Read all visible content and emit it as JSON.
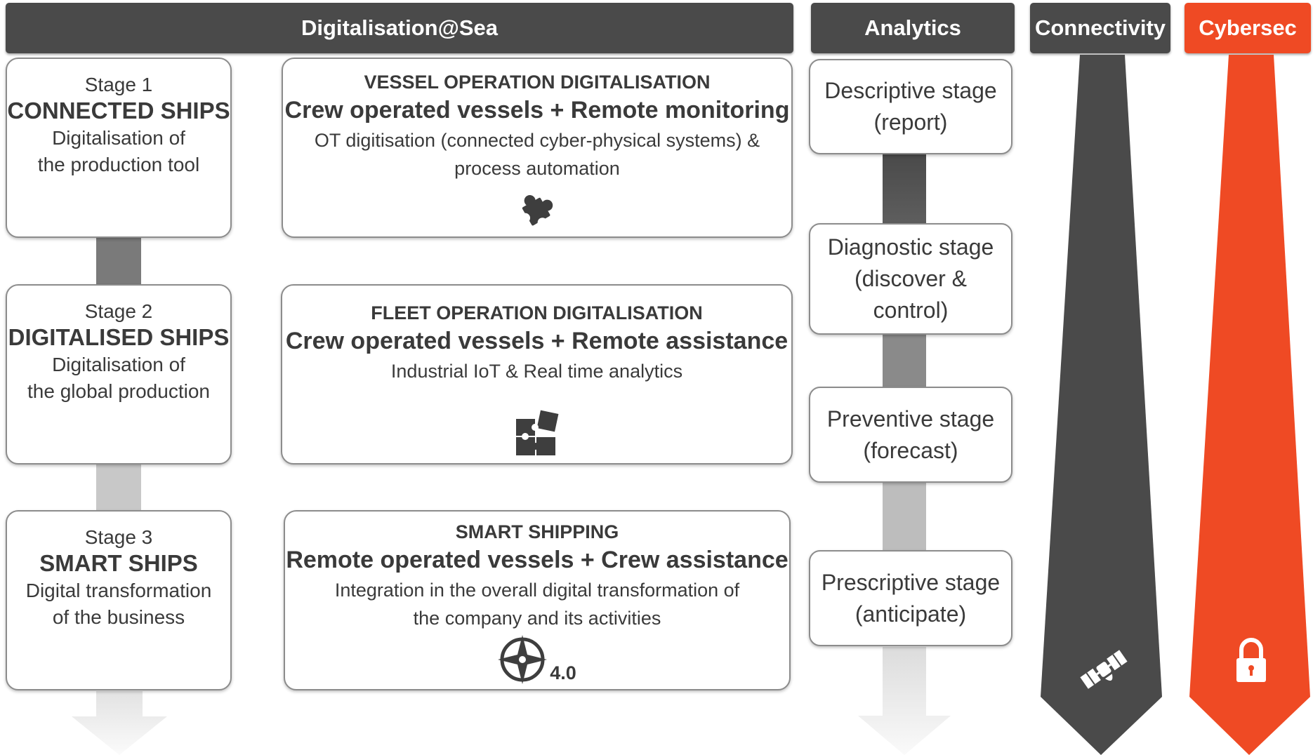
{
  "headers": {
    "main": "Digitalisation@Sea",
    "analytics": "Analytics",
    "connectivity": "Connectivity",
    "cybersec": "Cybersec"
  },
  "stages": [
    {
      "number": "Stage 1",
      "title": "CONNECTED SHIPS",
      "desc1": "Digitalisation of",
      "desc2": "the production tool"
    },
    {
      "number": "Stage 2",
      "title": "DIGITALISED SHIPS",
      "desc1": "Digitalisation of",
      "desc2": "the global production"
    },
    {
      "number": "Stage 3",
      "title": "SMART SHIPS",
      "desc1": "Digital transformation",
      "desc2": "of the business"
    }
  ],
  "operations": [
    {
      "kicker": "VESSEL OPERATION DIGITALISATION",
      "title": "Crew operated vessels + Remote monitoring",
      "desc1": "OT digitisation (connected cyber-physical systems) &",
      "desc2": "process automation",
      "icon": "puzzle-piece-icon"
    },
    {
      "kicker": "FLEET OPERATION DIGITALISATION",
      "title": "Crew operated vessels + Remote assistance",
      "desc1": "Industrial IoT  &  Real time analytics",
      "desc2": "",
      "icon": "puzzle-assembly-icon"
    },
    {
      "kicker": "SMART SHIPPING",
      "title": "Remote operated vessels + Crew assistance",
      "desc1": "Integration in the overall digital transformation of",
      "desc2": "the company and its activities",
      "icon": "compass-rose-icon",
      "badge": "4.0"
    }
  ],
  "analytics": [
    {
      "line1": "Descriptive stage",
      "line2": "(report)",
      "line3": ""
    },
    {
      "line1": "Diagnostic stage",
      "line2": "(discover &",
      "line3": "control)"
    },
    {
      "line1": "Preventive stage",
      "line2": "(forecast)",
      "line3": ""
    },
    {
      "line1": "Prescriptive stage",
      "line2": "(anticipate)",
      "line3": ""
    }
  ],
  "icons": {
    "connectivity": "satellite-icon",
    "cybersec": "padlock-icon"
  },
  "colors": {
    "dark": "#4a4a4a",
    "accent": "#ef4a24"
  }
}
